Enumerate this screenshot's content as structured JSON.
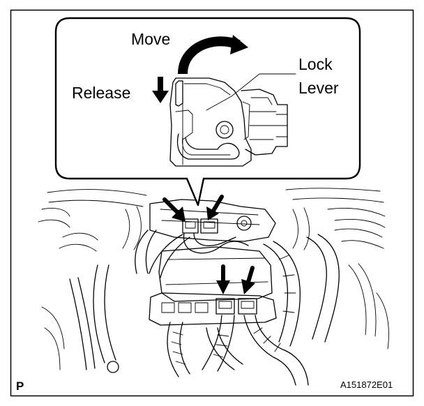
{
  "labels": {
    "move": "Move",
    "release": "Release",
    "lock": "Lock",
    "lever": "Lever",
    "view_marker": "P",
    "figure_code": "A151872E01"
  },
  "icons": {
    "move_arrow": "curved-arrow-icon",
    "release_arrow": "down-arrow-icon",
    "pointer_arrows": "diagonal-down-arrow-icon"
  },
  "colors": {
    "line": "#000000",
    "background": "#ffffff"
  }
}
